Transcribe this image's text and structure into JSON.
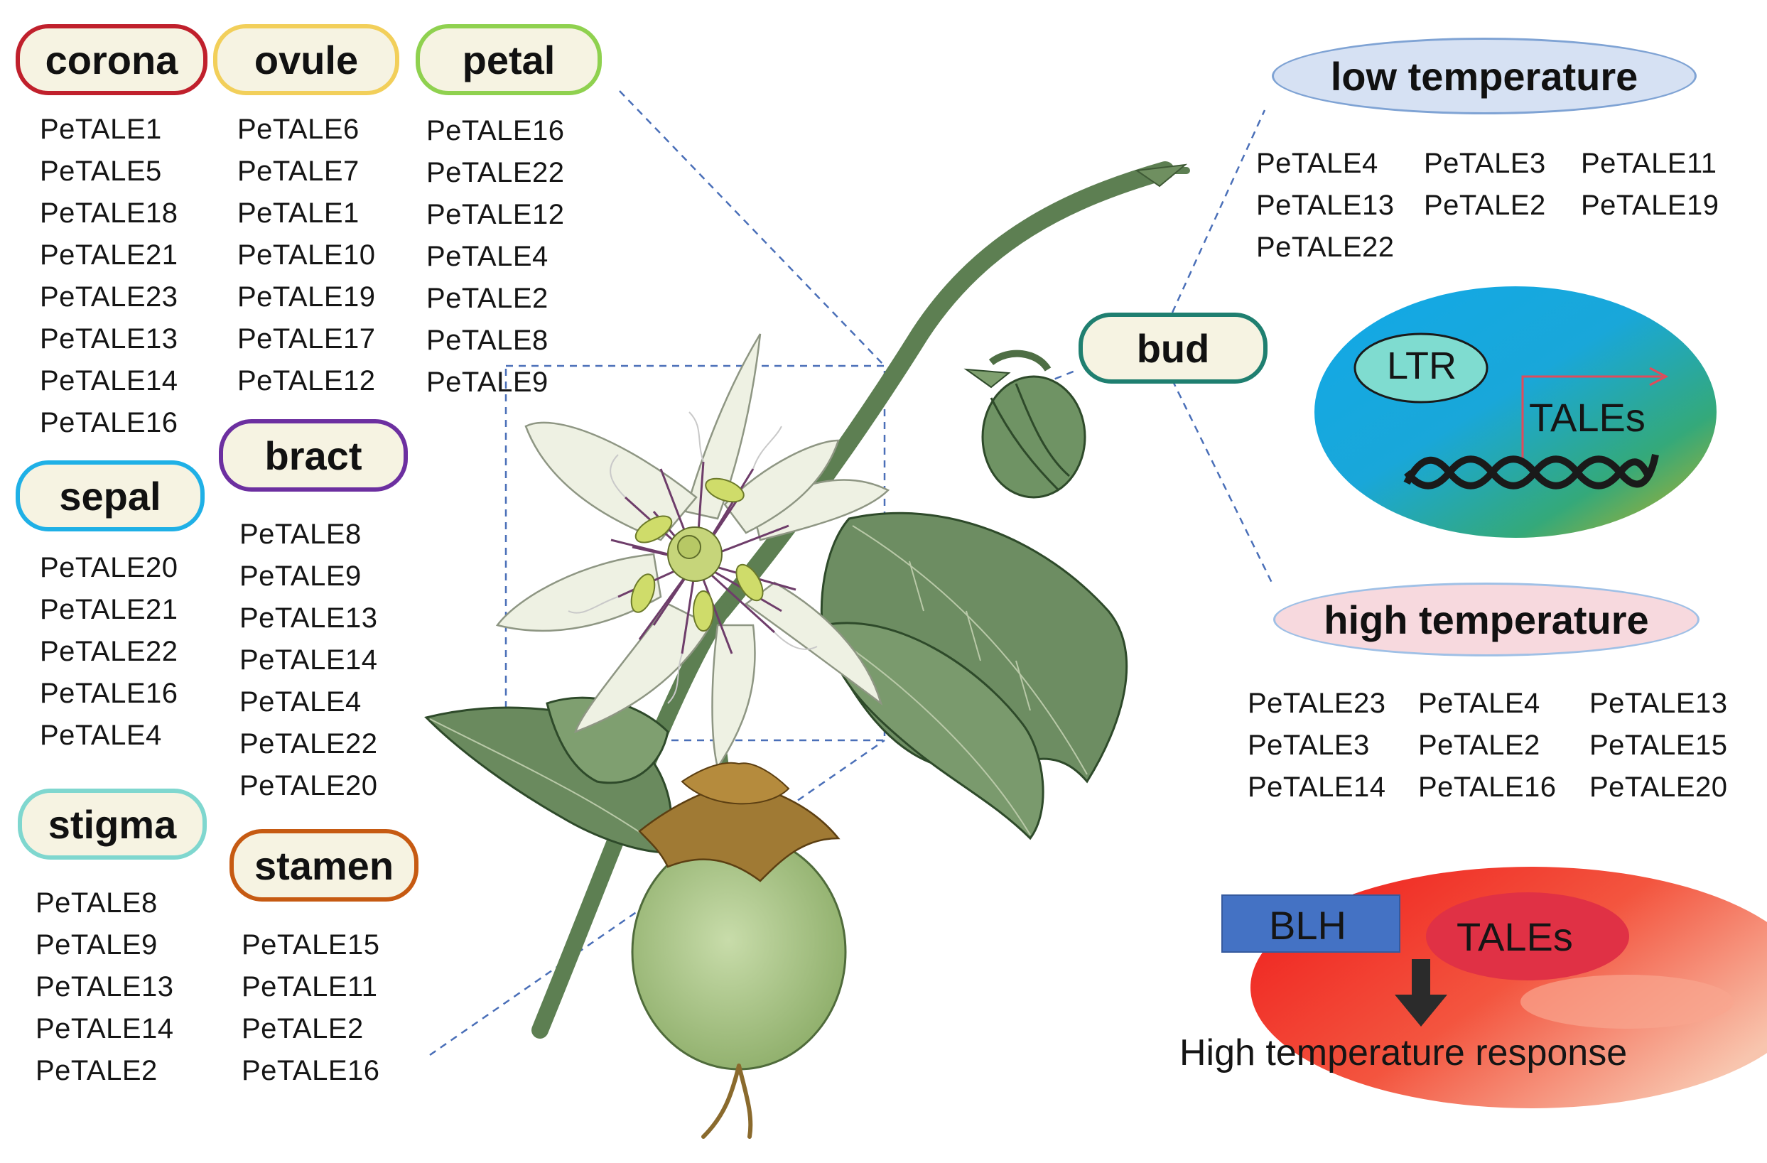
{
  "tissues": {
    "corona": {
      "label": "corona",
      "genes": [
        "PeTALE1",
        "PeTALE5",
        "PeTALE18",
        "PeTALE21",
        "PeTALE23",
        "PeTALE13",
        "PeTALE14",
        "PeTALE16"
      ]
    },
    "ovule": {
      "label": "ovule",
      "genes": [
        "PeTALE6",
        "PeTALE7",
        "PeTALE1",
        "PeTALE10",
        "PeTALE19",
        "PeTALE17",
        "PeTALE12"
      ]
    },
    "petal": {
      "label": "petal",
      "genes": [
        "PeTALE16",
        "PeTALE22",
        "PeTALE12",
        "PeTALE4",
        "PeTALE2",
        "PeTALE8",
        "PeTALE9"
      ]
    },
    "sepal": {
      "label": "sepal",
      "genes": [
        "PeTALE20",
        "PeTALE21",
        "PeTALE22",
        "PeTALE16",
        "PeTALE4"
      ]
    },
    "bract": {
      "label": "bract",
      "genes": [
        "PeTALE8",
        "PeTALE9",
        "PeTALE13",
        "PeTALE14",
        "PeTALE4",
        "PeTALE22",
        "PeTALE20"
      ]
    },
    "stigma": {
      "label": "stigma",
      "genes": [
        "PeTALE8",
        "PeTALE9",
        "PeTALE13",
        "PeTALE14",
        "PeTALE2"
      ]
    },
    "stamen": {
      "label": "stamen",
      "genes": [
        "PeTALE15",
        "PeTALE11",
        "PeTALE2",
        "PeTALE16"
      ]
    },
    "bud": {
      "label": "bud"
    }
  },
  "low_temperature": {
    "title": "low temperature",
    "genes_col1": [
      "PeTALE4",
      "PeTALE13",
      "PeTALE22"
    ],
    "genes_col2": [
      "PeTALE3",
      "PeTALE2"
    ],
    "genes_col3": [
      "PeTALE11",
      "PeTALE19"
    ],
    "mechanism": {
      "element": "LTR",
      "gene": "TALEs"
    }
  },
  "high_temperature": {
    "title": "high temperature",
    "genes_col1": [
      "PeTALE23",
      "PeTALE3",
      "PeTALE14"
    ],
    "genes_col2": [
      "PeTALE4",
      "PeTALE2",
      "PeTALE16"
    ],
    "genes_col3": [
      "PeTALE13",
      "PeTALE15",
      "PeTALE20"
    ],
    "mechanism": {
      "partner": "BLH",
      "gene": "TALEs",
      "response": "High temperature response"
    }
  },
  "colors": {
    "corona": "#c0202c",
    "ovule": "#f2cf5a",
    "petal": "#8fd14f",
    "sepal": "#1fb0e6",
    "bract": "#6c2fa0",
    "stigma": "#7fd7cf",
    "stamen": "#c65a12",
    "bud": "#1f7f70",
    "low_bg": "#d6e1f3",
    "low_border": "#7fa3d4",
    "high_bg": "#f7d9de",
    "high_border": "#9fc0e6",
    "blh": "#4472c4",
    "tales_high": "#e03145"
  }
}
